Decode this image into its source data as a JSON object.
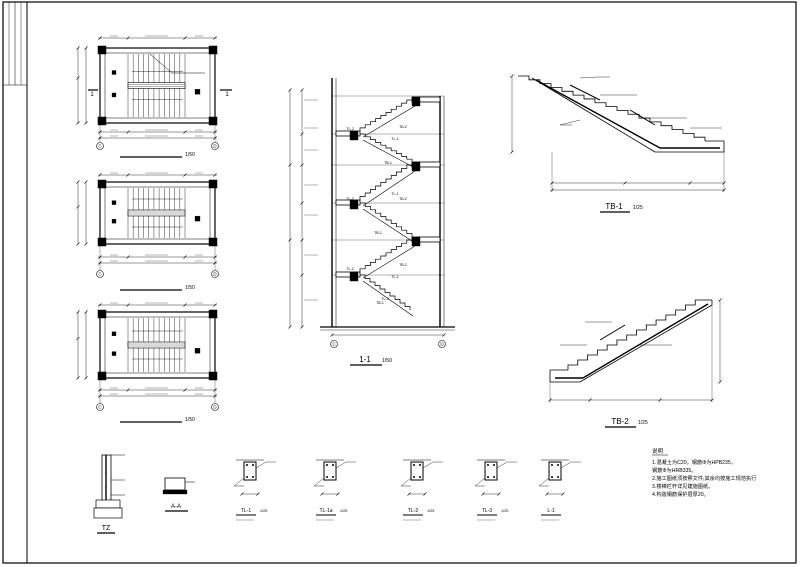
{
  "plans": [
    {
      "scale": "1/50",
      "grid_left": "C",
      "grid_right": "D",
      "side_left": "1",
      "side_right": "1"
    },
    {
      "scale": "1/50",
      "grid_left": "C",
      "grid_right": "D"
    },
    {
      "scale": "1/50",
      "grid_left": "C",
      "grid_right": "D"
    }
  ],
  "section": {
    "title": "1-1",
    "scale": "1/50",
    "grid_left": "C",
    "grid_right": "D",
    "beam_labels": [
      "TL-2",
      "TL-1",
      "TL-2",
      "TL-1",
      "TL-2",
      "TL-1",
      "TL-2"
    ],
    "flight_labels": [
      "TB-2",
      "TB-1",
      "TB-2",
      "TB-1",
      "TB-2",
      "TB-1"
    ]
  },
  "tb1": {
    "title": "TB-1",
    "scale": "1/25"
  },
  "tb2": {
    "title": "TB-2",
    "scale": "1/25"
  },
  "details": {
    "tz_label": "TZ",
    "aa_label": "A-A",
    "sections": [
      {
        "label": "TL-1",
        "scale": "1/25"
      },
      {
        "label": "TL-1a",
        "scale": "1/25"
      },
      {
        "label": "TL-2",
        "scale": "1/25"
      },
      {
        "label": "TL-3",
        "scale": "1/25"
      },
      {
        "label": "L-1",
        "scale": ""
      }
    ]
  },
  "notes": {
    "heading": "说明",
    "lines": [
      "1.混凝土为C20，钢筋Φ为HPB235，",
      "  钢筋Φ为HRB335。",
      "2.施工图纸须按照文件,其余均按施工规范执行",
      "3.楼梯栏杆详见建施图纸。",
      "4.构造钢筋保护层厚20。"
    ]
  }
}
